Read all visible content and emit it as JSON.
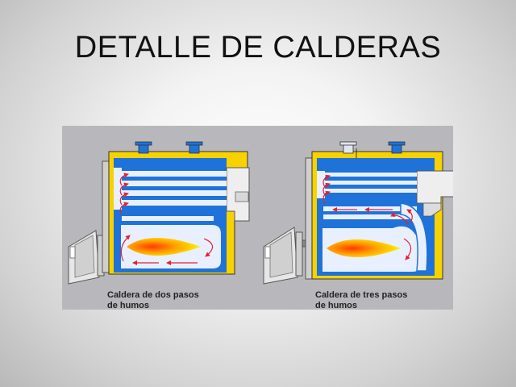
{
  "title": "DETALLE DE CALDERAS",
  "figure": {
    "left_caption_line1": "Caldera de dos pasos",
    "left_caption_line2": "de humos",
    "right_caption_line1": "Caldera de tres pasos",
    "right_caption_line2": "de humos"
  },
  "colors": {
    "insulation": "#f8d200",
    "water": "#1f73d8",
    "tube": "#e8f0ff",
    "flow_arrow": "#e8202a",
    "flame_outer": "#ffe800",
    "flame_inner": "#ff4a00",
    "panel": "#b8b8bc",
    "burner": "#e6e6e6"
  }
}
